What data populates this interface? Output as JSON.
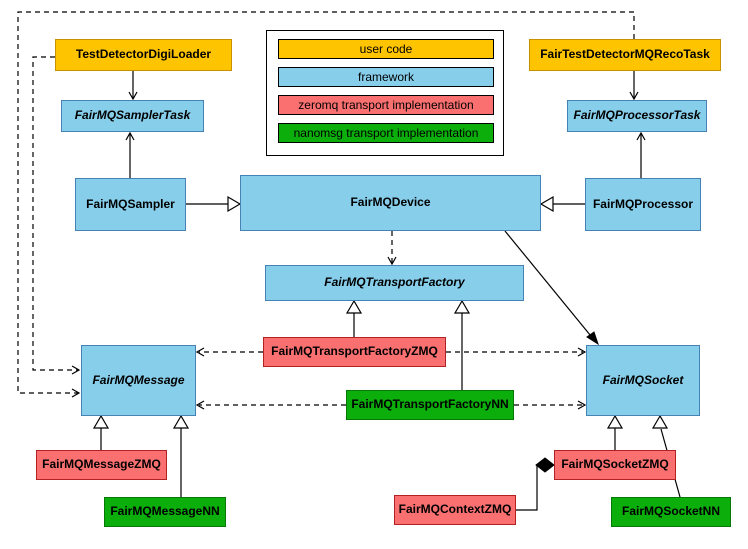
{
  "legend": {
    "items": [
      {
        "label": "user code",
        "type": "user",
        "color": "#FFC400"
      },
      {
        "label": "framework",
        "type": "framework",
        "color": "#87CEEB"
      },
      {
        "label": "zeromq transport implementation",
        "type": "zeromq",
        "color": "#FA7070"
      },
      {
        "label": "nanomsg transport implementation",
        "type": "nanomsg",
        "color": "#0BAE0B"
      }
    ]
  },
  "colors": {
    "user_fill": "#FFC400",
    "user_border": "#C79100",
    "framework_fill": "#87CEEB",
    "framework_border": "#4682B4",
    "zeromq_fill": "#FA7070",
    "zeromq_border": "#B22222",
    "nanomsg_fill": "#0BAE0B",
    "nanomsg_border": "#067806",
    "edge": "#000000",
    "background": "#ffffff"
  },
  "nodes": {
    "test_detector_digi_loader": "TestDetectorDigiLoader",
    "fair_test_detector_mq_reco_task": "FairTestDetectorMQRecoTask",
    "fair_mq_sampler_task": "FairMQSamplerTask",
    "fair_mq_processor_task": "FairMQProcessorTask",
    "fair_mq_sampler": "FairMQSampler",
    "fair_mq_device": "FairMQDevice",
    "fair_mq_processor": "FairMQProcessor",
    "fair_mq_transport_factory": "FairMQTransportFactory",
    "fair_mq_transport_factory_zmq": "FairMQTransportFactoryZMQ",
    "fair_mq_transport_factory_nn": "FairMQTransportFactoryNN",
    "fair_mq_message": "FairMQMessage",
    "fair_mq_socket": "FairMQSocket",
    "fair_mq_message_zmq": "FairMQMessageZMQ",
    "fair_mq_message_nn": "FairMQMessageNN",
    "fair_mq_context_zmq": "FairMQContextZMQ",
    "fair_mq_socket_zmq": "FairMQSocketZMQ",
    "fair_mq_socket_nn": "FairMQSocketNN"
  }
}
